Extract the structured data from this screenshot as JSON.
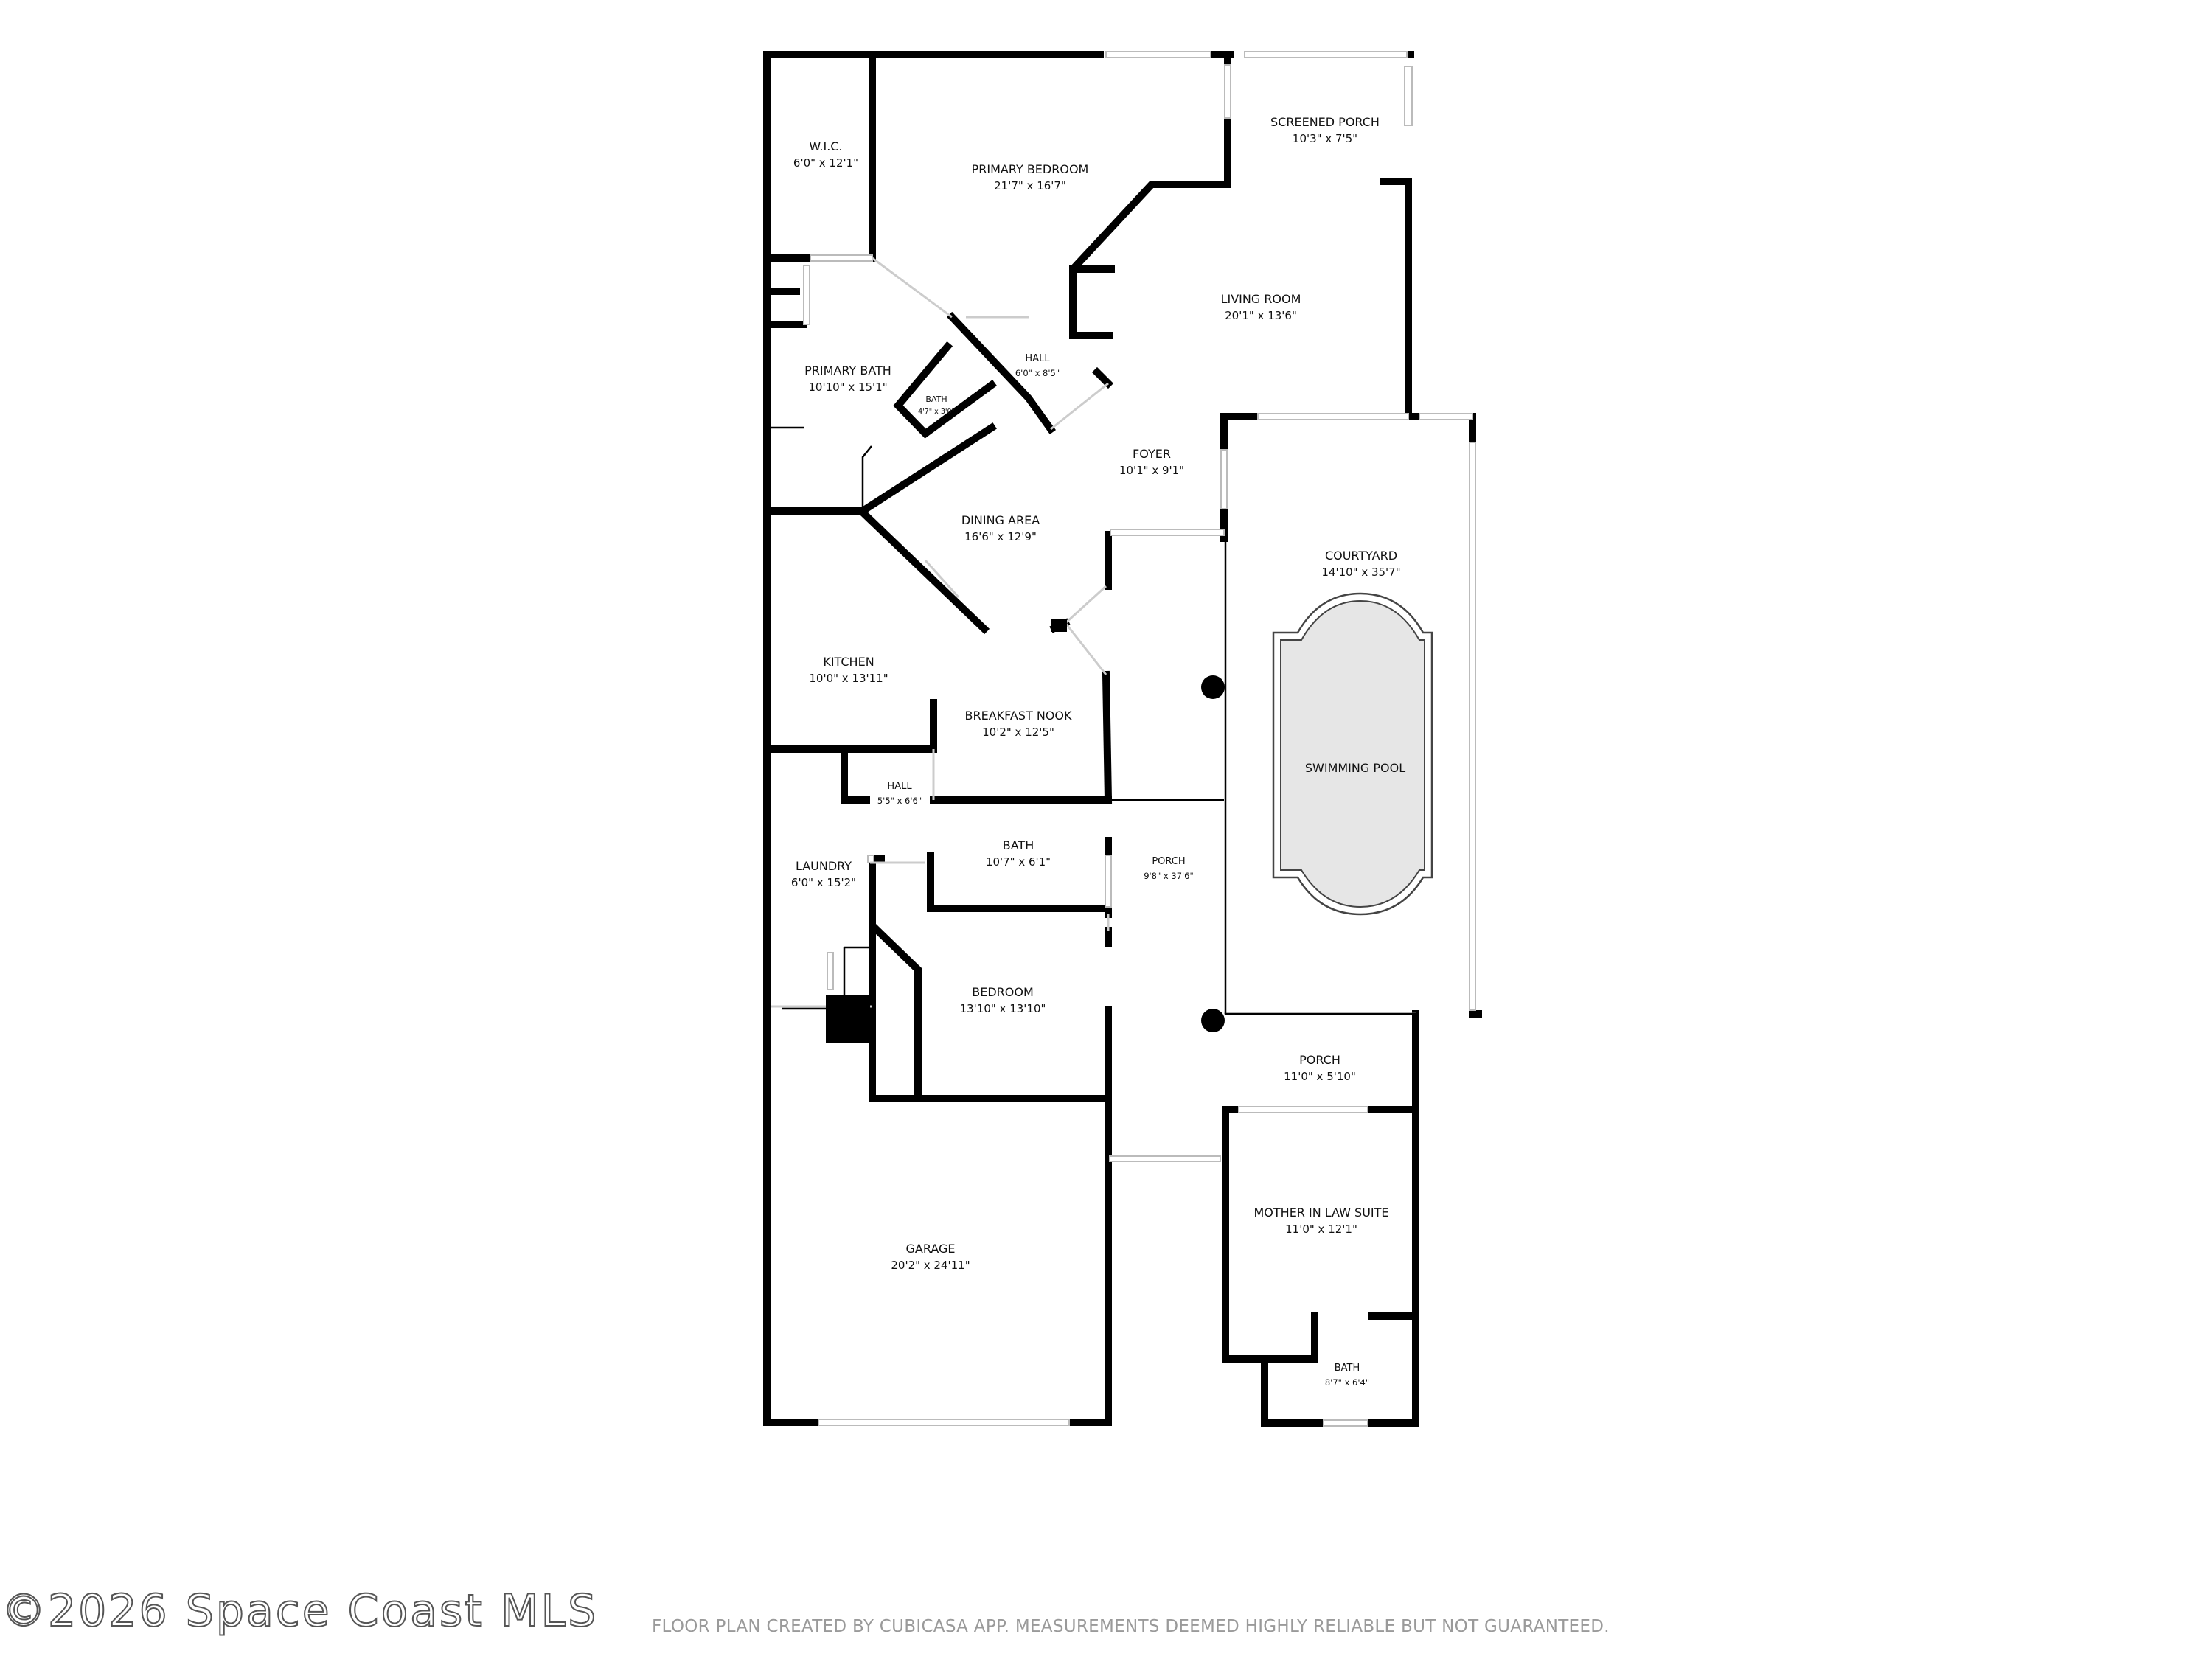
{
  "rooms": [
    {
      "id": "wic",
      "name": "W.I.C.",
      "dims": "6'0\" x 12'1\""
    },
    {
      "id": "primary-bedroom",
      "name": "PRIMARY BEDROOM",
      "dims": "21'7\" x 16'7\""
    },
    {
      "id": "screened-porch",
      "name": "SCREENED PORCH",
      "dims": "10'3\" x 7'5\""
    },
    {
      "id": "living-room",
      "name": "LIVING ROOM",
      "dims": "20'1\" x 13'6\""
    },
    {
      "id": "primary-bath",
      "name": "PRIMARY BATH",
      "dims": "10'10\" x 15'1\""
    },
    {
      "id": "hall-1",
      "name": "HALL",
      "dims": "6'0\" x 8'5\""
    },
    {
      "id": "bath-small",
      "name": "BATH",
      "dims": "4'7\" x 3'0\""
    },
    {
      "id": "foyer",
      "name": "FOYER",
      "dims": "10'1\" x 9'1\""
    },
    {
      "id": "dining-area",
      "name": "DINING AREA",
      "dims": "16'6\" x 12'9\""
    },
    {
      "id": "courtyard",
      "name": "COURTYARD",
      "dims": "14'10\" x 35'7\""
    },
    {
      "id": "kitchen",
      "name": "KITCHEN",
      "dims": "10'0\" x 13'11\""
    },
    {
      "id": "breakfast-nook",
      "name": "BREAKFAST NOOK",
      "dims": "10'2\" x 12'5\""
    },
    {
      "id": "hall-2",
      "name": "HALL",
      "dims": "5'5\" x 6'6\""
    },
    {
      "id": "bath-2",
      "name": "BATH",
      "dims": "10'7\" x 6'1\""
    },
    {
      "id": "laundry",
      "name": "LAUNDRY",
      "dims": "6'0\" x 15'2\""
    },
    {
      "id": "porch-1",
      "name": "PORCH",
      "dims": "9'8\" x 37'6\""
    },
    {
      "id": "bedroom",
      "name": "BEDROOM",
      "dims": "13'10\" x 13'10\""
    },
    {
      "id": "porch-2",
      "name": "PORCH",
      "dims": "11'0\" x 5'10\""
    },
    {
      "id": "mother-in-law-suite",
      "name": "MOTHER IN LAW SUITE",
      "dims": "11'0\" x 12'1\""
    },
    {
      "id": "garage",
      "name": "GARAGE",
      "dims": "20'2\" x 24'11\""
    },
    {
      "id": "bath-3",
      "name": "BATH",
      "dims": "8'7\" x 6'4\""
    }
  ],
  "pool_label": "SWIMMING POOL",
  "watermark": "©2026 Space Coast MLS",
  "disclaimer": "FLOOR PLAN CREATED BY CUBICASA APP. MEASUREMENTS DEEMED HIGHLY RELIABLE BUT NOT GUARANTEED."
}
